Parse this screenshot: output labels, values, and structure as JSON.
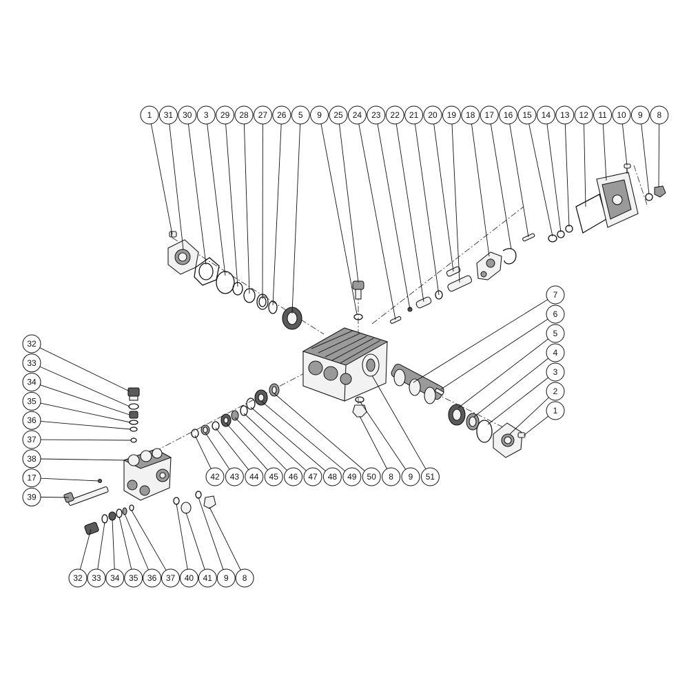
{
  "diagram": {
    "top_row": [
      "1",
      "31",
      "30",
      "3",
      "29",
      "28",
      "27",
      "26",
      "5",
      "9",
      "25",
      "24",
      "23",
      "22",
      "21",
      "20",
      "19",
      "18",
      "17",
      "16",
      "15",
      "14",
      "13",
      "12",
      "11",
      "10",
      "9",
      "8"
    ],
    "right_column": [
      "7",
      "6",
      "5",
      "4",
      "3",
      "2",
      "1"
    ],
    "middle_row": [
      "42",
      "43",
      "44",
      "45",
      "46",
      "47",
      "48",
      "49",
      "50",
      "8",
      "9",
      "51"
    ],
    "left_column": [
      "32",
      "33",
      "34",
      "35",
      "36",
      "37",
      "38",
      "17",
      "39"
    ],
    "bottom_row": [
      "32",
      "33",
      "34",
      "35",
      "36",
      "37",
      "40",
      "41",
      "9",
      "8"
    ]
  }
}
